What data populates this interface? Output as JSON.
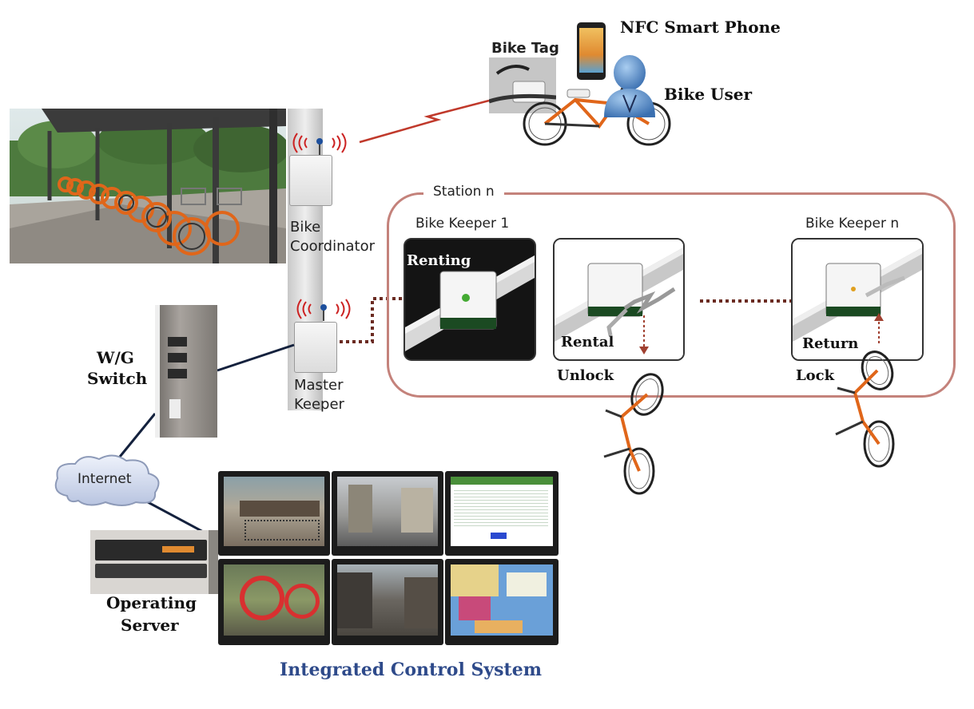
{
  "labels": {
    "nfc_phone": "NFC Smart Phone",
    "bike_tag": "Bike Tag",
    "bike_user": "Bike User",
    "bike_coordinator_line1": "Bike",
    "bike_coordinator_line2": "Coordinator",
    "master_keeper_line1": "Master",
    "master_keeper_line2": "Keeper",
    "wg_switch_line1": "W/G",
    "wg_switch_line2": "Switch",
    "internet": "Internet",
    "operating_server_line1": "Operating",
    "operating_server_line2": "Server",
    "integrated_control_system": "Integrated Control System"
  },
  "station": {
    "title": "Station n",
    "keeper_first": "Bike Keeper 1",
    "keeper_last": "Bike Keeper n",
    "panels": {
      "renting": "Renting",
      "rental": "Rental",
      "return": "Return"
    },
    "actions": {
      "unlock": "Unlock",
      "lock": "Lock"
    }
  },
  "colors": {
    "station_border": "#c4827b",
    "dotted_link": "#6b2b22",
    "wireless_waves": "#cc2222",
    "caption_blue": "#2e4a8a",
    "bike_orange": "#e0661a"
  }
}
